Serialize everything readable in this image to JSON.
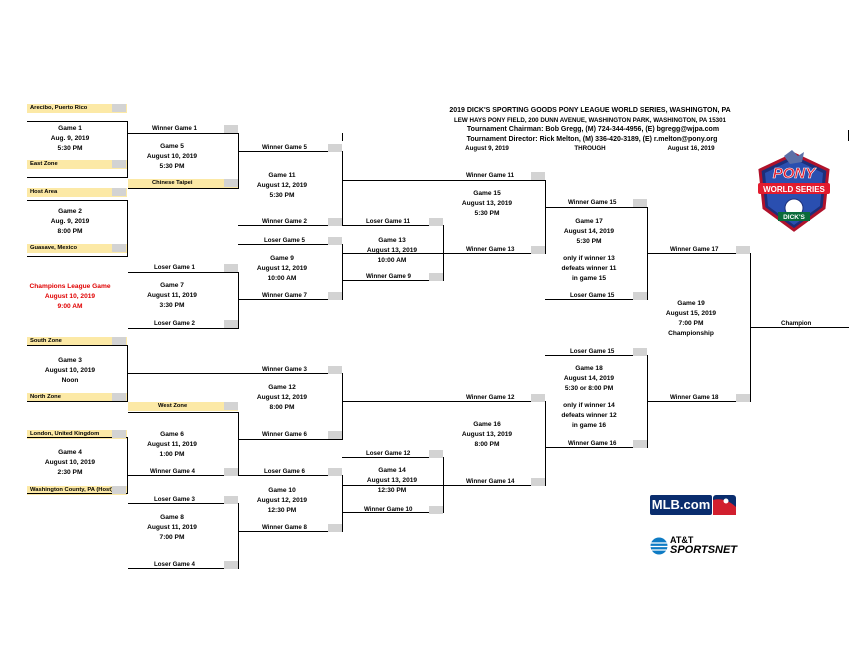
{
  "header": {
    "title": "2019 DICK'S SPORTING GOODS PONY LEAGUE WORLD SERIES, WASHINGTON, PA",
    "venue": "LEW HAYS PONY FIELD, 200 DUNN AVENUE, WASHINGTON PARK, WASHINGTON, PA 15301",
    "chairman": "Tournament Chairman: Bob Gregg, (M) 724-344-4956, (E) bgregg@wjpa.com",
    "director": "Tournament Director: Rick Melton, (M) 336-420-3189, (E) r.melton@pony.org",
    "start_date": "August 9, 2019",
    "through": "THROUGH",
    "end_date": "August 16, 2019"
  },
  "seeds": {
    "arecibo": "Arecibo, Puerto Rico",
    "east_zone": "East Zone",
    "chinese_taipei": "Chinese Taipei",
    "host_area": "Host Area",
    "guasave": "Guasave, Mexico",
    "south_zone": "South Zone",
    "north_zone": "North Zone",
    "west_zone": "West Zone",
    "london": "London, United Kingdom",
    "washington_county": "Washington County, PA (Host)"
  },
  "games": {
    "g1": [
      "Game 1",
      "Aug. 9, 2019",
      "5:30 PM"
    ],
    "g2": [
      "Game 2",
      "Aug. 9, 2019",
      "8:00 PM"
    ],
    "champions_league": [
      "Champions League Game",
      "August 10, 2019",
      "9:00 AM"
    ],
    "g3": [
      "Game 3",
      "August 10, 2019",
      "Noon"
    ],
    "g4": [
      "Game 4",
      "August 10, 2019",
      "2:30 PM"
    ],
    "g5": [
      "Game 5",
      "August 10, 2019",
      "5:30 PM"
    ],
    "g6": [
      "Game 6",
      "August 11, 2019",
      "1:00 PM"
    ],
    "g7": [
      "Game 7",
      "August 11, 2019",
      "3:30 PM"
    ],
    "g8": [
      "Game 8",
      "August 11, 2019",
      "7:00 PM"
    ],
    "g9": [
      "Game 9",
      "August 12, 2019",
      "10:00 AM"
    ],
    "g10": [
      "Game 10",
      "August 12, 2019",
      "12:30 PM"
    ],
    "g11": [
      "Game 11",
      "August 12, 2019",
      "5:30 PM"
    ],
    "g12": [
      "Game 12",
      "August 12, 2019",
      "8:00 PM"
    ],
    "g13": [
      "Game 13",
      "August 13, 2019",
      "10:00 AM"
    ],
    "g14": [
      "Game 14",
      "August 13, 2019",
      "12:30 PM"
    ],
    "g15": [
      "Game 15",
      "August 13, 2019",
      "5:30 PM"
    ],
    "g16": [
      "Game 16",
      "August 13, 2019",
      "8:00 PM"
    ],
    "g17": [
      "Game 17",
      "August 14, 2019",
      "5:30 PM",
      "",
      "only if winner 13",
      "defeats winner 11",
      "in game 15"
    ],
    "g18": [
      "Game 18",
      "August 14, 2019",
      "5:30 or 8:00 PM",
      "",
      "only if winner 14",
      "defeats winner 12",
      "in game 16"
    ],
    "g19": [
      "Game 19",
      "August 15, 2019",
      "7:00 PM",
      "Championship"
    ]
  },
  "labels": {
    "winner_game_1": "Winner Game 1",
    "loser_game_1": "Loser Game 1",
    "loser_game_2": "Loser Game 2",
    "winner_game_4": "Winner Game 4",
    "loser_game_3": "Loser Game 3",
    "loser_game_4": "Loser Game 4",
    "winner_game_5": "Winner Game 5",
    "winner_game_2": "Winner Game 2",
    "loser_game_5": "Loser Game 5",
    "winner_game_7": "Winner Game 7",
    "winner_game_3": "Winner Game 3",
    "winner_game_6": "Winner Game 6",
    "loser_game_6": "Loser Game 6",
    "winner_game_8": "Winner Game 8",
    "loser_game_11": "Loser Game 11",
    "winner_game_9": "Winner Game 9",
    "loser_game_12": "Loser Game 12",
    "winner_game_10": "Winner Game 10",
    "winner_game_11": "Winner Game 11",
    "winner_game_13": "Winner Game 13",
    "winner_game_12": "Winner Game 12",
    "winner_game_14": "Winner Game 14",
    "winner_game_15": "Winner Game 15",
    "loser_game_15_a": "Loser Game 15",
    "loser_game_15_b": "Loser Game 15",
    "winner_game_16": "Winner Game 16",
    "winner_game_17": "Winner Game 17",
    "winner_game_18": "Winner Game 18",
    "champion": "Champion"
  },
  "logos": {
    "pony_top": "PONY",
    "pony_banner": "WORLD SERIES",
    "pony_sponsor": "DICK'S",
    "mlb": "MLB.com",
    "att_top": "AT&T",
    "att_bottom": "SPORTSNET"
  },
  "colors": {
    "seed_fill": "#fce9a6",
    "score_box": "#d3d3d3",
    "highlight_red": "#e00000",
    "mlb_blue": "#0a2d6e",
    "att_blue": "#0e7bc4"
  }
}
